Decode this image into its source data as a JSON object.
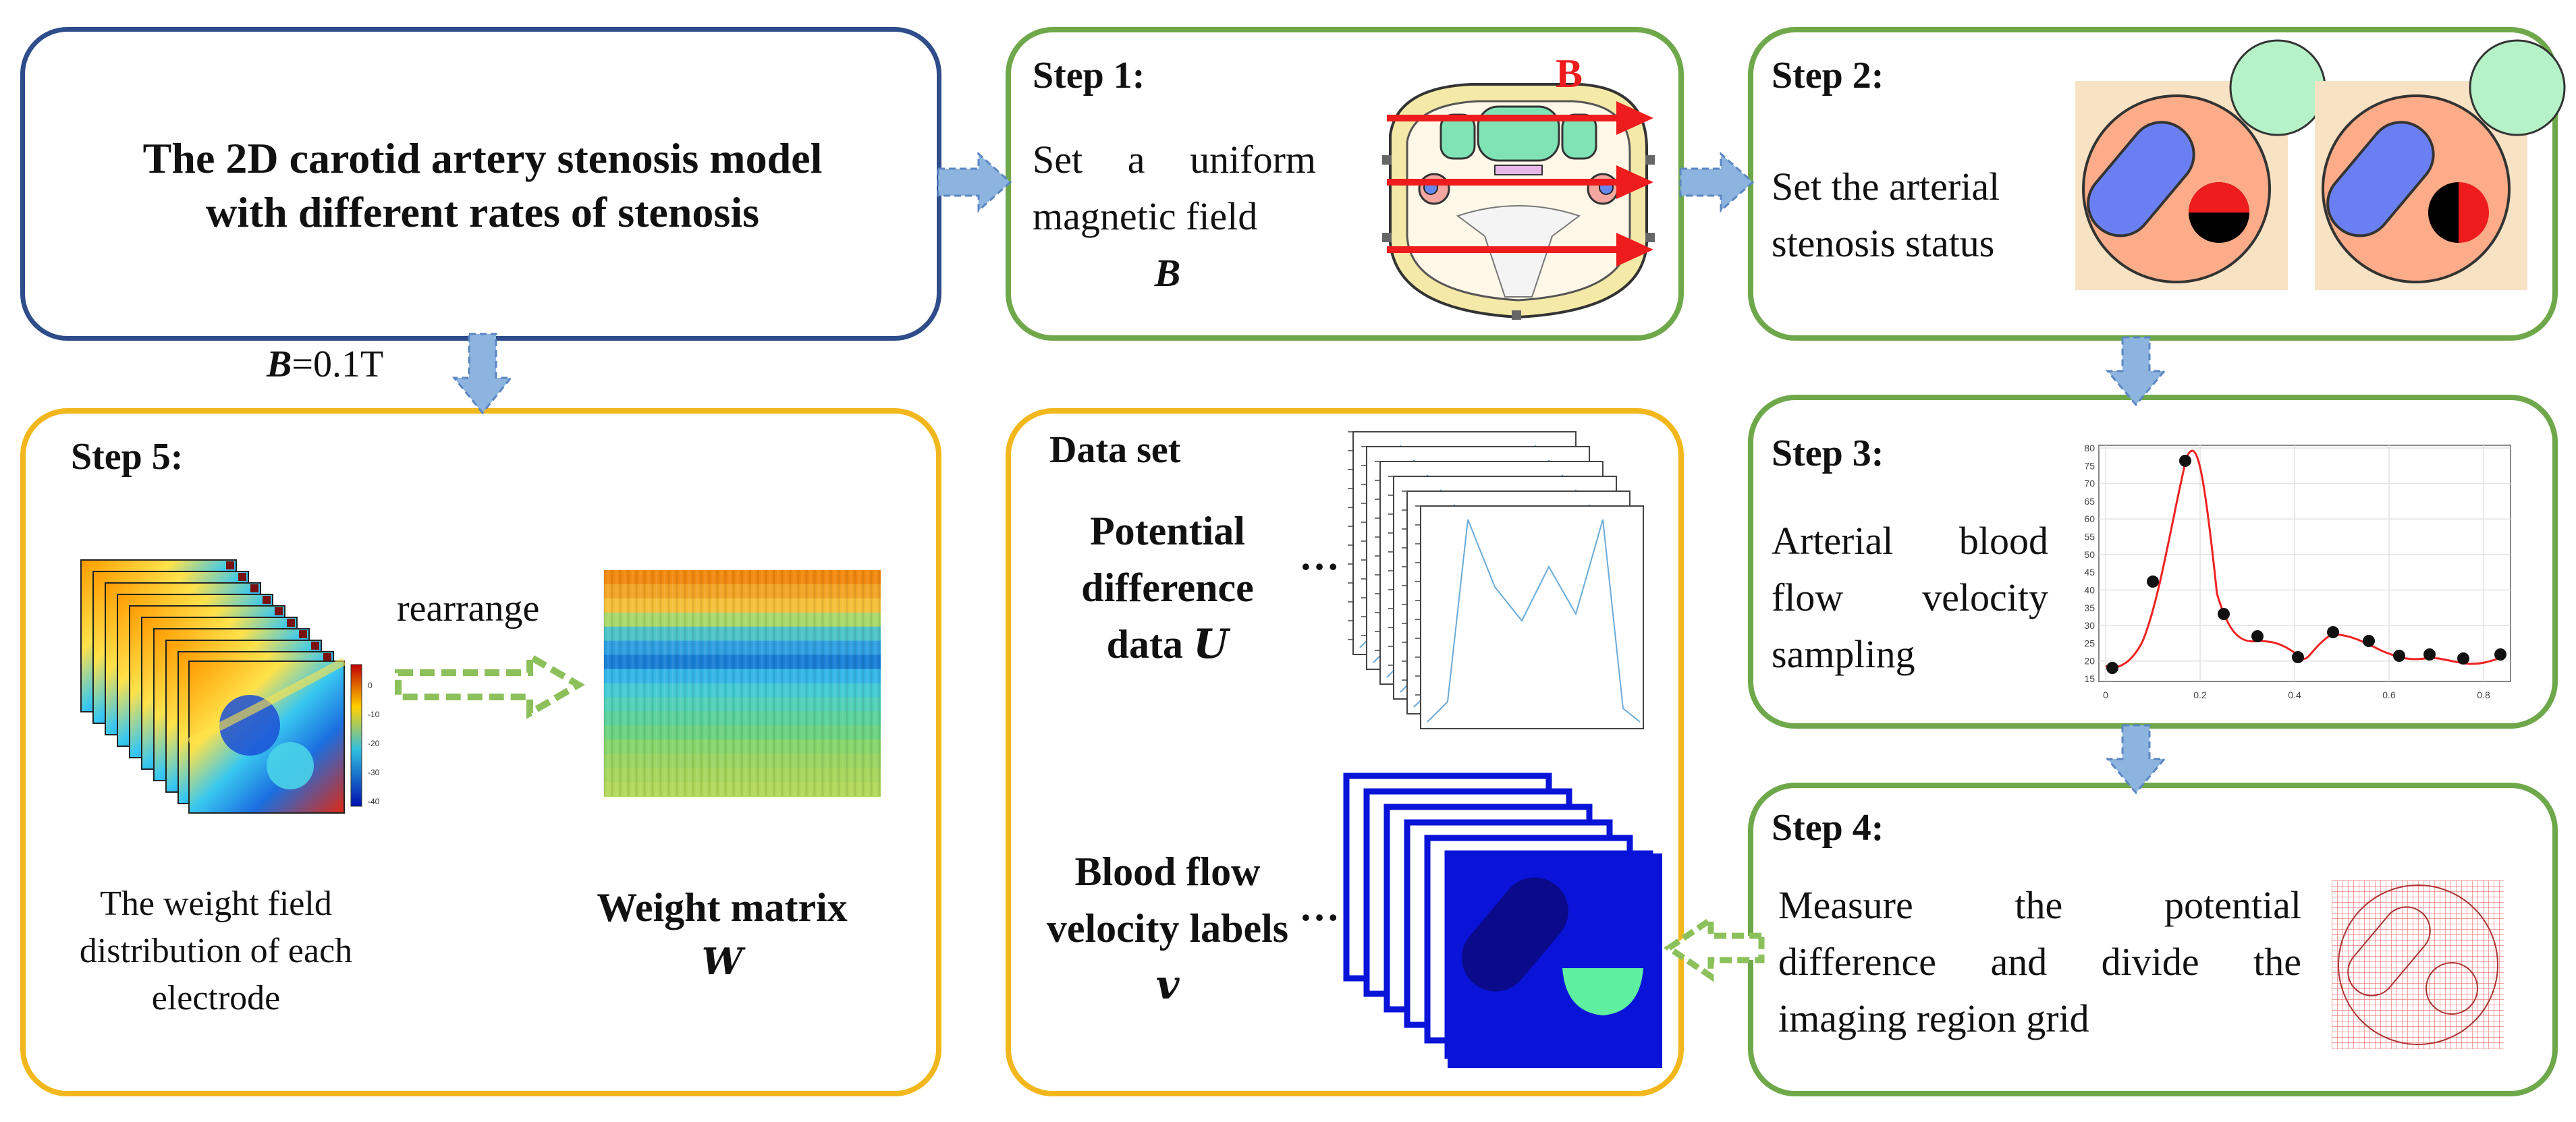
{
  "model_box": {
    "title_line1": "The 2D carotid artery stenosis model",
    "title_line2": "with different rates of stenosis",
    "field_var": "B",
    "field_value": "=0.1T"
  },
  "step1": {
    "heading": "Step 1:",
    "line1": "Set a uniform",
    "line2": "magnetic field",
    "var": "B",
    "arrow_label": "B"
  },
  "step2": {
    "heading": "Step 2:",
    "line1": "Set the arterial",
    "line2": "stenosis status"
  },
  "step3": {
    "heading": "Step 3:",
    "line1": "Arterial blood",
    "line2": "flow velocity",
    "line3": "sampling",
    "plot": {
      "y_ticks": [
        "80",
        "75",
        "70",
        "65",
        "60",
        "55",
        "50",
        "45",
        "40",
        "35",
        "30",
        "25",
        "20",
        "15"
      ],
      "x_ticks": [
        "0",
        "0.2",
        "0.4",
        "0.6",
        "0.8"
      ]
    }
  },
  "step4": {
    "heading": "Step 4:",
    "line1": "Measure the potential",
    "line2": "difference and divide the",
    "line3": "imaging region grid"
  },
  "step5": {
    "heading": "Step 5:",
    "arrow_label": "rearrange",
    "caption_line1": "The weight field",
    "caption_line2": "distribution of each",
    "caption_line3": "electrode",
    "matrix_line1": "Weight matrix",
    "matrix_var": "W",
    "colorbar_ticks": [
      "0",
      "-10",
      "-20",
      "-30",
      "-40"
    ]
  },
  "dataset": {
    "heading": "Data set",
    "u_line1": "Potential",
    "u_line2": "difference",
    "u_line3": "data ",
    "u_var": "U",
    "v_line1": "Blood flow",
    "v_line2": "velocity labels",
    "v_var": "v",
    "ellipsis": "…"
  },
  "colors": {
    "blue_border": "#2e4d8a",
    "green_border": "#6fa84b",
    "yellow_border": "#f2b71c",
    "flow_arrow": "#8db4de",
    "dashed_arrow": "#8cc05a",
    "field_red": "#ee1c1c"
  }
}
